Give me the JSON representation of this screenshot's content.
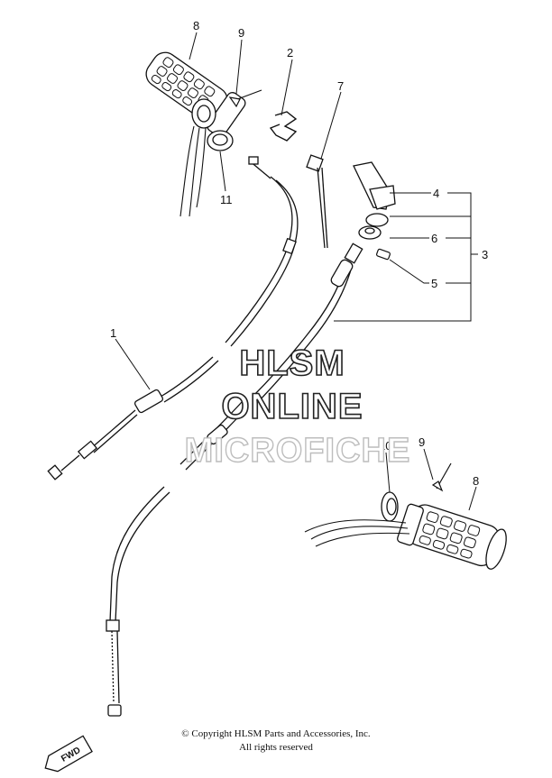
{
  "callouts": {
    "c1": "1",
    "c2": "2",
    "c3": "3",
    "c4": "4",
    "c5": "5",
    "c6": "6",
    "c7": "7",
    "c8a": "8",
    "c8b": "8",
    "c9a": "9",
    "c9b": "9",
    "c10": "10",
    "c11": "11"
  },
  "watermark": {
    "line1": "HLSM",
    "line2": "ONLINE",
    "line3": "MICROFICHE"
  },
  "badge": {
    "label": "FWD"
  },
  "footer": {
    "copyright": "© Copyright HLSM Parts and Accessories, Inc.",
    "rights": "All rights reserved"
  }
}
